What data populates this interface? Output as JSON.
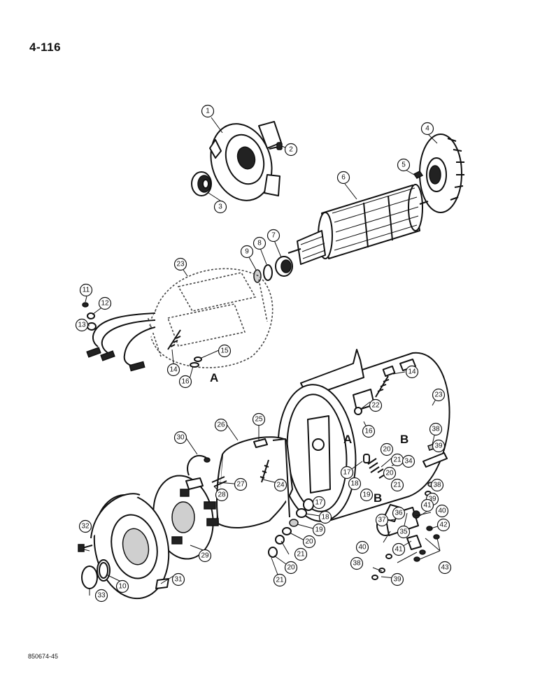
{
  "page": {
    "number": "4-116",
    "code": "850674-45"
  },
  "letters": [
    "A",
    "A",
    "B",
    "B"
  ],
  "callouts": [
    "1",
    "2",
    "3",
    "4",
    "5",
    "6",
    "7",
    "8",
    "9",
    "23",
    "11",
    "12",
    "13",
    "14",
    "15",
    "16",
    "14",
    "22",
    "23",
    "25",
    "26",
    "30",
    "16",
    "20",
    "21",
    "17",
    "18",
    "19",
    "20",
    "21",
    "27",
    "24",
    "28",
    "38",
    "39",
    "34",
    "38",
    "39",
    "40",
    "41",
    "42",
    "36",
    "37",
    "35",
    "43",
    "40",
    "41",
    "38",
    "39",
    "17",
    "18",
    "19",
    "20",
    "21",
    "20",
    "21",
    "32",
    "29",
    "33",
    "10",
    "31"
  ]
}
